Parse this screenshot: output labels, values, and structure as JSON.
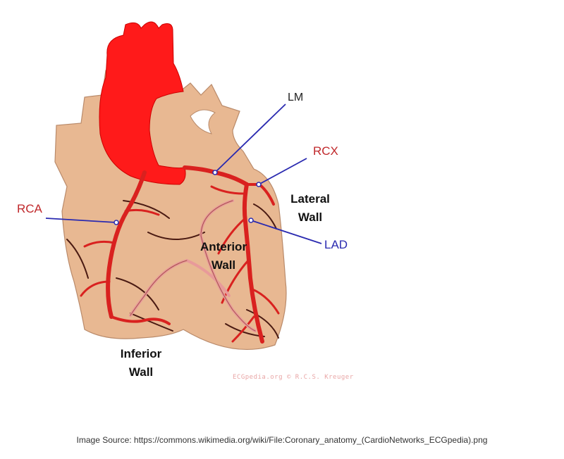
{
  "labels": {
    "lm": "LM",
    "rcx": "RCX",
    "rca": "RCA",
    "lad": "LAD",
    "lateral_wall": [
      "Lateral",
      "Wall"
    ],
    "anterior_wall": [
      "Anterior",
      "Wall"
    ],
    "inferior_wall": [
      "Inferior",
      "Wall"
    ]
  },
  "watermark": "ECGpedia.org © R.C.S. Kreuger",
  "source": "Image Source: https://commons.wikimedia.org/wiki/File:Coronary_anatomy_(CardioNetworks_ECGpedia).png",
  "colors": {
    "heart": "#e8b892",
    "aorta": "#ff1a1a",
    "artery": "#d9211f",
    "vein": "#4a1a12",
    "pointer": "#2a2ab0",
    "label_red": "#c0282b"
  }
}
